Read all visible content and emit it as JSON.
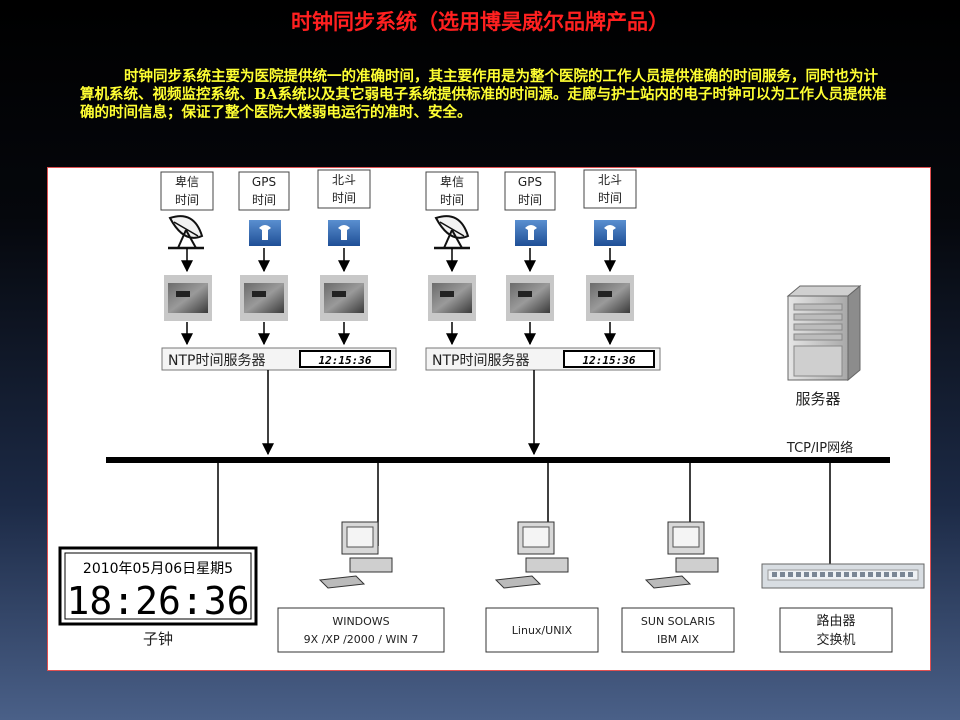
{
  "title": "时钟同步系统（选用博昊威尔品牌产品）",
  "intro": "时钟同步系统主要为医院提供统一的准确时间，其主要作用是为整个医院的工作人员提供准确的时间服务，同时也为计算机系统、视频监控系统、BA系统以及其它弱电子系统提供标准的时间源。走廊与护士站内的电子时钟可以为工作人员提供准确的时间信息；保证了整个医院大楼弱电运行的准时、安全。",
  "diagram": {
    "groups": [
      {
        "sources": [
          {
            "line1": "卑信",
            "line2": "时间",
            "icon": "satellite-dish-icon"
          },
          {
            "line1": "GPS",
            "line2": "时间",
            "icon": "gps-antenna-icon"
          },
          {
            "line1": "北斗",
            "line2": "时间",
            "icon": "beidou-antenna-icon"
          }
        ],
        "ntp_label": "NTP时间服务器",
        "ntp_time": "12:15:36"
      },
      {
        "sources": [
          {
            "line1": "卑信",
            "line2": "时间",
            "icon": "satellite-dish-icon"
          },
          {
            "line1": "GPS",
            "line2": "时间",
            "icon": "gps-antenna-icon"
          },
          {
            "line1": "北斗",
            "line2": "时间",
            "icon": "beidou-antenna-icon"
          }
        ],
        "ntp_label": "NTP时间服务器",
        "ntp_time": "12:15:36"
      }
    ],
    "server_label": "服务器",
    "network_label": "TCP/IP网络",
    "clock": {
      "date": "2010年05月06日星期5",
      "time": "18:26:36",
      "label": "子钟"
    },
    "terminals": [
      {
        "line1": "WINDOWS",
        "line2": "9X /XP /2000 / WIN 7"
      },
      {
        "line1": "Linux/UNIX",
        "line2": ""
      },
      {
        "line1": "SUN SOLARIS",
        "line2": "IBM AIX"
      },
      {
        "line1": "路由器",
        "line2": "交换机"
      }
    ]
  }
}
